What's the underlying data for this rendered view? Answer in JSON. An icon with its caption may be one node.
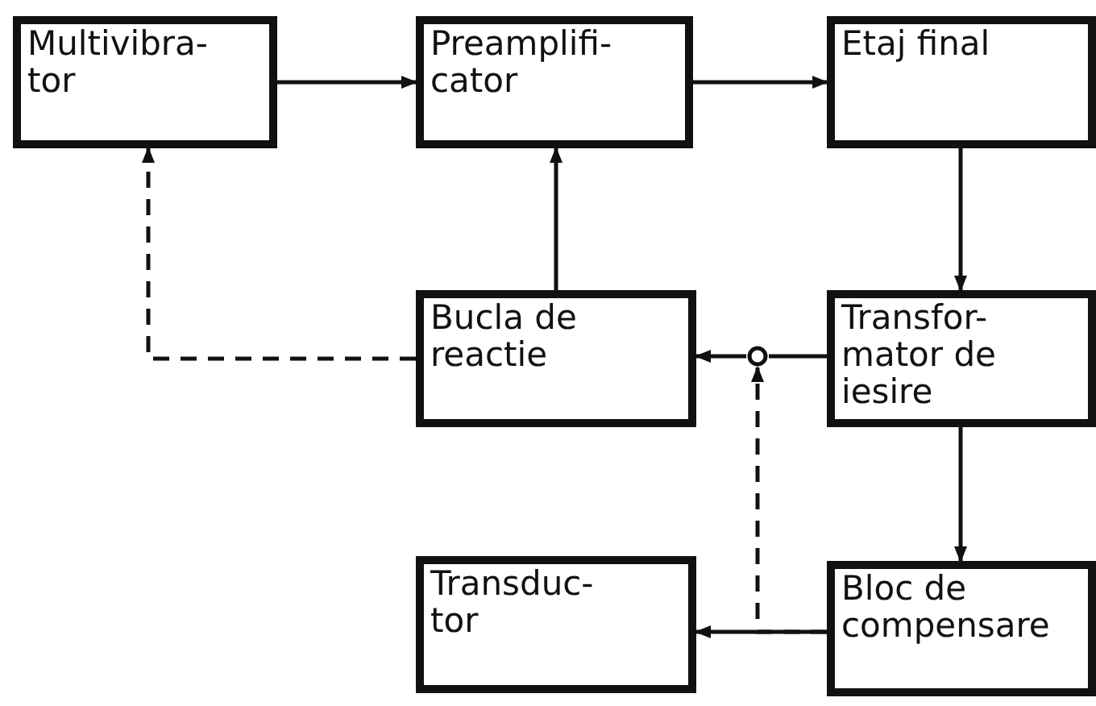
{
  "diagram": {
    "nodes": [
      {
        "text": [
          "Multivibra- tor"
        ]
      },
      {
        "text": [
          "Preamplifi- cator"
        ]
      },
      {
        "text": [
          "Etaj final"
        ]
      },
      {
        "text": [
          "Bucla de reactie"
        ]
      },
      {
        "text": [
          "Transfor- mator de iesire"
        ]
      },
      {
        "text": [
          "Transduc- tor"
        ]
      },
      {
        "text": [
          "Bloc de compensare"
        ]
      },
      {
        "text": [],
        "shape": "circle"
      }
    ],
    "edges": [
      {
        "from": 0,
        "to": 1,
        "arrow": "to"
      },
      {
        "from": 1,
        "to": 2,
        "arrow": "to"
      },
      {
        "from": 2,
        "to": 4,
        "arrow": "to"
      },
      {
        "from": 3,
        "to": 1,
        "arrow": "to"
      },
      {
        "from": 3,
        "to": 0,
        "arrow": "to",
        "style": "dashed"
      },
      {
        "from": 4,
        "to": 7,
        "arrow": "none"
      },
      {
        "from": 7,
        "to": 3,
        "arrow": "to"
      },
      {
        "from": 4,
        "to": 6,
        "arrow": "to"
      },
      {
        "from": 6,
        "to": 5,
        "arrow": "to"
      },
      {
        "from": 6,
        "to": 7,
        "arrow": "to",
        "style": "dashed"
      }
    ]
  }
}
